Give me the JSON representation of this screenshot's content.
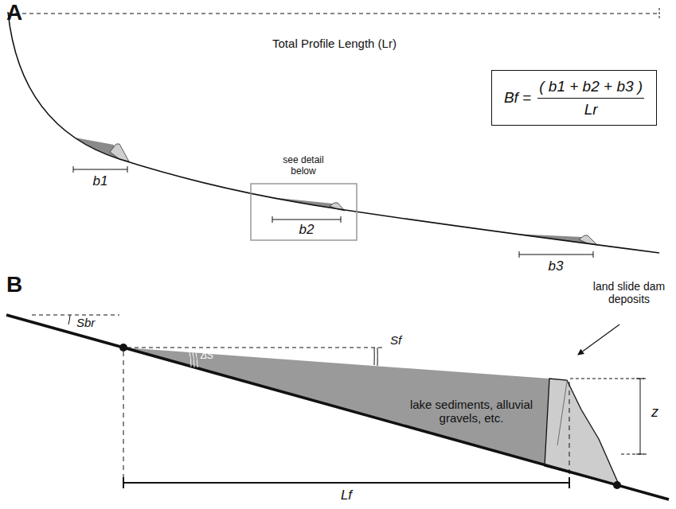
{
  "diagram": {
    "nodes": [
      {
        "text": [
          "Bf =",
          "( b1 + b2 + b3 )",
          "Lr"
        ]
      }
    ],
    "labels": [
      "A",
      "Total Profile Length (Lr)",
      "b1",
      "see detail below",
      "b2",
      "b3",
      "B",
      "Sbr",
      "ΔS",
      "Sf",
      "lake sediments, alluvial gravels, etc.",
      "land slide dam deposits",
      "z",
      "Lf"
    ]
  }
}
